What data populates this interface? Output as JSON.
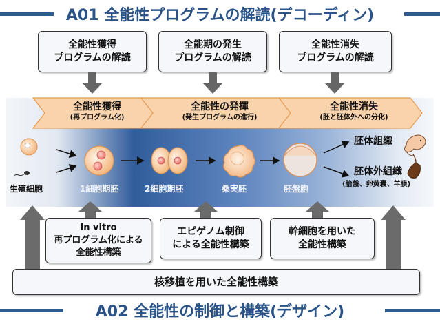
{
  "header": {
    "title": "A01 全能性プログラムの解読(デコーディン)"
  },
  "top_boxes": [
    {
      "line1": "全能性獲得",
      "line2": "プログラムの解読"
    },
    {
      "line1": "全能期の発生",
      "line2": "プログラムの解読"
    },
    {
      "line1": "全能性消失",
      "line2": "プログラムの解読"
    }
  ],
  "stages": [
    {
      "title": "全能性獲得",
      "sub": "(再プログラム化)"
    },
    {
      "title": "全能性の発揮",
      "sub": "(発生プログラムの進行)"
    },
    {
      "title": "全能性消失",
      "sub": "(胚と胚体外への分化)"
    }
  ],
  "cells": {
    "germ_cell": "生殖細胞",
    "one_cell": "1細胞期胚",
    "two_cell": "2細胞期胚",
    "morula": "桑実胚",
    "blastocyst": "胚盤胞"
  },
  "fates": {
    "embryo": "胚体組織",
    "extra": "胚体外組織",
    "extra_sub": "(胎盤、卵黄嚢、羊膜)"
  },
  "bottom_boxes": [
    {
      "line1": "In vitro",
      "line2": "再プログラム化による",
      "line3": "全能性構築"
    },
    {
      "line1": "エピゲノム制御",
      "line2": "による全能性構築"
    },
    {
      "line1": "幹細胞を用いた",
      "line2": "全能性構築"
    }
  ],
  "wide_box": {
    "label": "核移植を用いた全能性構築"
  },
  "footer": {
    "title": "A02 全能性の制御と構築(デザイン)"
  },
  "colors": {
    "accent": "#2a5487",
    "arrow": "#6b6b6b",
    "stage_fill": "#f8d3ac",
    "stage_stroke": "#e89a4f"
  }
}
